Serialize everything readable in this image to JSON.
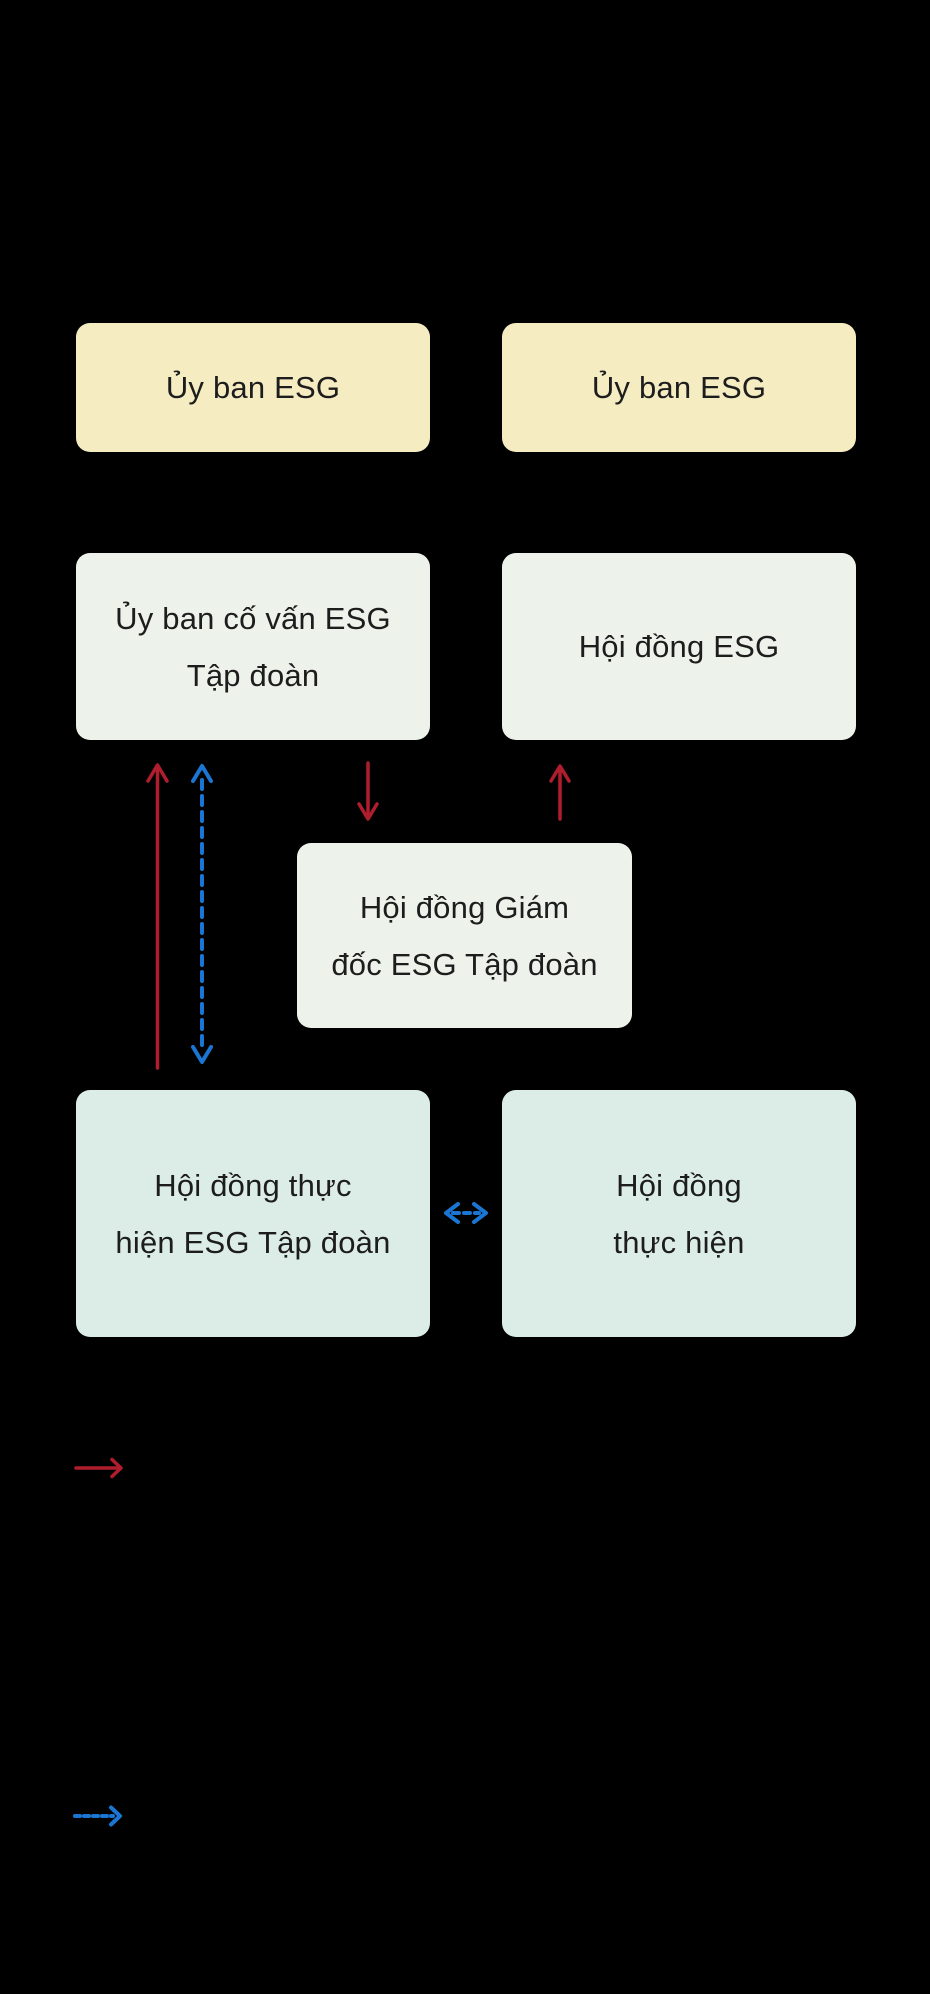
{
  "colors": {
    "background": "#000000",
    "node_yellow": "#f5ecc2",
    "node_light": "#edf2ea",
    "node_teal": "#dcede8",
    "node_text": "#1d1d1d",
    "arrow_red": "#b01e2e",
    "arrow_blue": "#1a76d2"
  },
  "nodes": {
    "esg_committee_left": {
      "label": "Ủy ban ESG"
    },
    "esg_committee_right": {
      "label": "Ủy ban ESG"
    },
    "group_esg_advisory": {
      "line1": "Ủy ban cố vấn ESG",
      "line2": "Tập đoàn"
    },
    "esg_council": {
      "label": "Hội đồng ESG"
    },
    "group_esg_directors": {
      "line1": "Hội đồng Giám",
      "line2": "đốc ESG Tập đoàn"
    },
    "group_esg_implementation": {
      "line1": "Hội đồng thực",
      "line2": "hiện ESG Tập đoàn"
    },
    "implementation_council": {
      "line1": "Hội đồng",
      "line2": "thực hiện"
    }
  },
  "connections": [
    {
      "from": "group_esg_implementation",
      "to": "group_esg_advisory",
      "style": "solid-red",
      "direction": "one-way-up"
    },
    {
      "from": "group_esg_advisory",
      "to": "group_esg_implementation",
      "style": "dashed-blue",
      "direction": "two-way"
    },
    {
      "from": "group_esg_advisory",
      "to": "group_esg_directors",
      "style": "solid-red",
      "direction": "one-way-down"
    },
    {
      "from": "group_esg_directors",
      "to": "esg_council",
      "style": "solid-red",
      "direction": "one-way-up"
    },
    {
      "from": "group_esg_implementation",
      "to": "implementation_council",
      "style": "dashed-blue",
      "direction": "two-way"
    }
  ],
  "legend": {
    "items": [
      {
        "icon": "solid-red-arrow-right"
      },
      {
        "icon": "dashed-blue-arrow-right"
      }
    ]
  }
}
